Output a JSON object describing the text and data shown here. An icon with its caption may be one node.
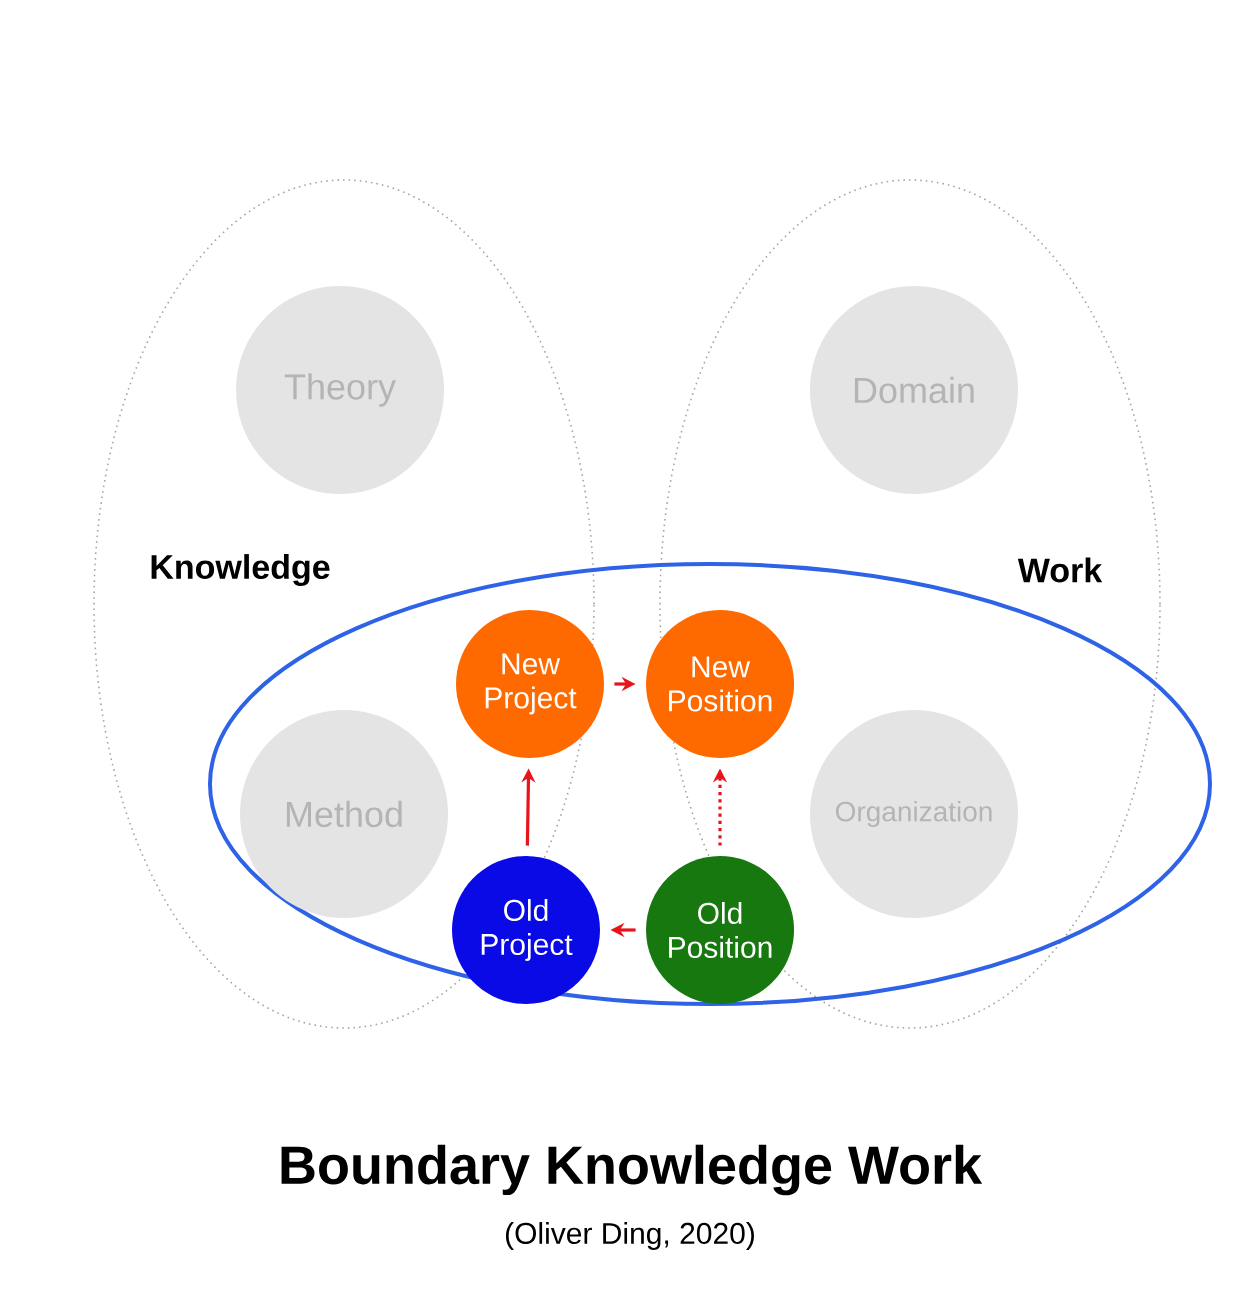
{
  "diagram": {
    "title": "Boundary Knowledge Work",
    "caption": "(Oliver Ding, 2020)",
    "nodes": [
      {
        "text": [
          "Knowledge"
        ]
      },
      {
        "text": [
          "Work"
        ]
      },
      {
        "text": [],
        "shape": "ellipse"
      },
      {
        "text": [
          "Theory"
        ],
        "in": 0
      },
      {
        "text": [
          "Domain"
        ],
        "in": 1
      },
      {
        "text": [
          "New Project"
        ],
        "in": 2
      },
      {
        "text": [
          "New Position"
        ],
        "in": 2
      },
      {
        "text": [
          "Method"
        ]
      },
      {
        "text": [
          "Organization"
        ]
      },
      {
        "text": [
          "Old Project"
        ],
        "in": 2
      },
      {
        "text": [
          "Old Position"
        ],
        "in": 2
      }
    ],
    "edges": [
      {
        "from": 5,
        "to": 6,
        "arrow": "to"
      },
      {
        "from": 9,
        "to": 5,
        "arrow": "to"
      },
      {
        "from": 10,
        "to": 9,
        "arrow": "to"
      },
      {
        "from": 10,
        "to": 6,
        "arrow": "to",
        "style": "dashed"
      }
    ]
  }
}
